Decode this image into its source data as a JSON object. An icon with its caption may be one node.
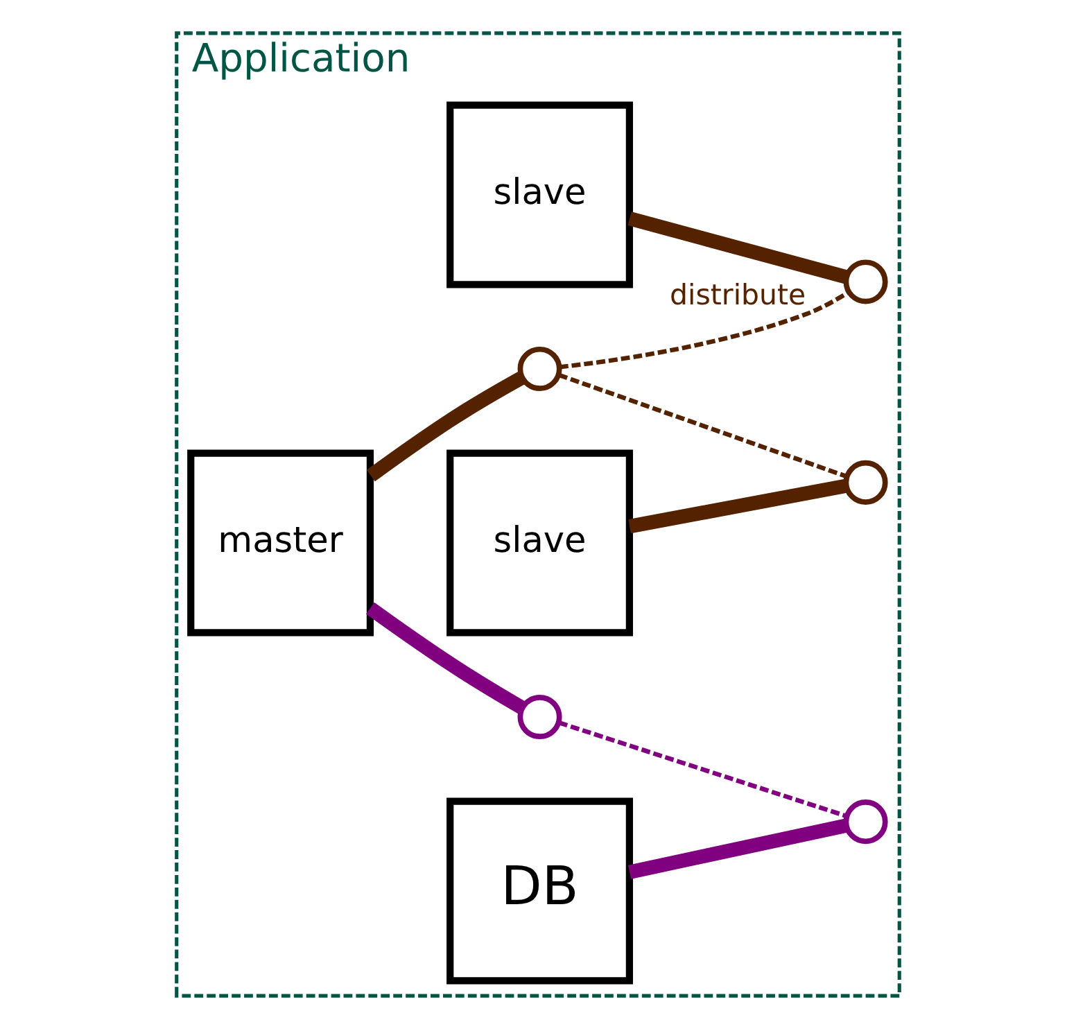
{
  "diagram": {
    "nodes": [
      {
        "text": [
          "Application"
        ]
      },
      {
        "text": [
          "slave"
        ],
        "in": 0
      },
      {
        "text": [
          "slave"
        ],
        "in": 0
      },
      {
        "text": [
          "master"
        ],
        "in": 0
      },
      {
        "text": [
          "DB"
        ],
        "in": 0
      },
      {
        "text": [],
        "shape": "circle",
        "in": 0
      },
      {
        "text": [],
        "shape": "circle",
        "in": 0
      },
      {
        "text": [],
        "shape": "circle",
        "in": 0
      },
      {
        "text": [],
        "shape": "circle",
        "in": 0
      },
      {
        "text": [],
        "shape": "circle",
        "in": 0
      }
    ],
    "edges": [
      {
        "from": 1,
        "to": 5,
        "arrow": "none"
      },
      {
        "from": 2,
        "to": 6,
        "arrow": "none"
      },
      {
        "from": 3,
        "to": 7,
        "arrow": "none"
      },
      {
        "from": 3,
        "to": 8,
        "arrow": "none",
        "color": "#800080"
      },
      {
        "from": 4,
        "to": 9,
        "arrow": "none",
        "color": "#800080"
      },
      {
        "from": 7,
        "to": 5,
        "arrow": "none",
        "style": "dashed",
        "label": "distribute"
      },
      {
        "from": 7,
        "to": 6,
        "arrow": "none",
        "style": "dashed"
      },
      {
        "from": 8,
        "to": 9,
        "arrow": "none",
        "style": "dashed",
        "color": "#800080"
      }
    ]
  }
}
